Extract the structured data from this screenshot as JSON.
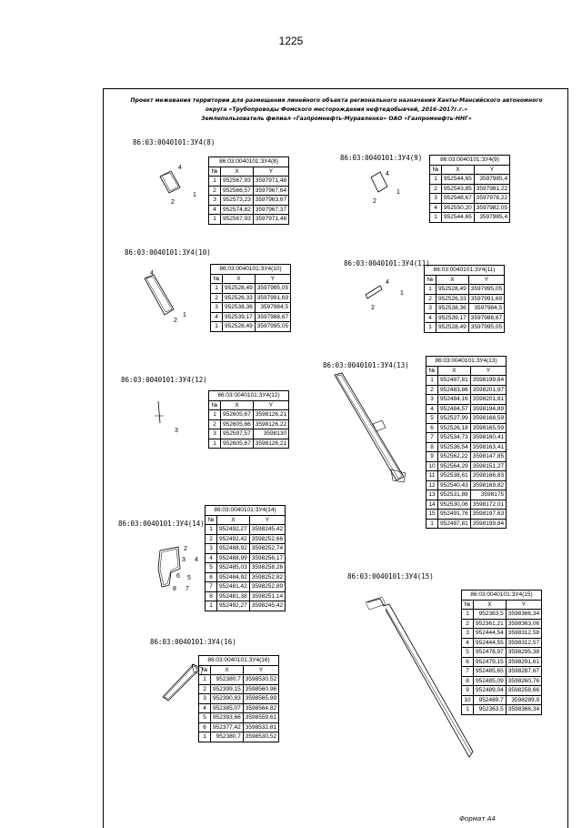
{
  "page_number": "1225",
  "header": {
    "line1": "Проект межевания территории для размещения линейного объекта регионального назначения Ханты-Мансийского автономного",
    "line2": "округа «Трубопроводы Фомского месторождения нефтедобывчей, 2016-2017г.г.»",
    "line3": "Землепользователь филиал «Газпромнефть-Муравленко» ОАО «Газпромнефть-ННГ»"
  },
  "plots": [
    {
      "label": "86:03:0040101:ЗУ4(8)",
      "table_title": "86:03:0040101:ЗУ4(8)",
      "col_n": "№",
      "col_x": "X",
      "col_y": "Y",
      "rows": [
        [
          "1",
          "952567,93",
          "3597971,48"
        ],
        [
          "2",
          "952566,57",
          "3597967,64"
        ],
        [
          "3",
          "952573,23",
          "3597963,67"
        ],
        [
          "4",
          "952574,82",
          "3597967,37"
        ],
        [
          "1",
          "952567,93",
          "3597971,48"
        ]
      ],
      "points": [
        "4",
        "1",
        "2"
      ]
    },
    {
      "label": "86:03:0040101:ЗУ4(9)",
      "table_title": "86:03:0040101:ЗУ4(9)",
      "col_n": "№",
      "col_x": "X",
      "col_y": "Y",
      "rows": [
        [
          "1",
          "952544,65",
          "3597985,4"
        ],
        [
          "2",
          "952543,85",
          "3597981,22"
        ],
        [
          "3",
          "952548,67",
          "3597978,22"
        ],
        [
          "4",
          "952550,20",
          "3597982,05"
        ],
        [
          "1",
          "952544,65",
          "3597985,4"
        ]
      ],
      "points": [
        "4",
        "1",
        "2"
      ]
    },
    {
      "label": "86:03:0040101:ЗУ4(10)",
      "table_title": "86:03:0040101:ЗУ4(10)",
      "col_n": "№",
      "col_x": "X",
      "col_y": "Y",
      "rows": [
        [
          "1",
          "952528,49",
          "3597995,05"
        ],
        [
          "2",
          "952526,33",
          "3597991,69"
        ],
        [
          "3",
          "952538,36",
          "3597984,5"
        ],
        [
          "4",
          "952539,17",
          "3597988,67"
        ],
        [
          "1",
          "952528,49",
          "3597995,05"
        ]
      ],
      "points": [
        "4",
        "2",
        "1"
      ]
    },
    {
      "label": "86:03:0040101:ЗУ4(11)",
      "table_title": "86:03:0040101:ЗУ4(11)",
      "col_n": "№",
      "col_x": "X",
      "col_y": "Y",
      "rows": [
        [
          "1",
          "952528,49",
          "3597995,05"
        ],
        [
          "2",
          "952526,33",
          "3597991,69"
        ],
        [
          "3",
          "952538,36",
          "3597984,5"
        ],
        [
          "4",
          "952539,17",
          "3597988,67"
        ],
        [
          "1",
          "952528,49",
          "3597995,05"
        ]
      ],
      "points": [
        "4",
        "1",
        "2"
      ]
    },
    {
      "label": "86:03:0040101:ЗУ4(12)",
      "table_title": "86:03:0040101:ЗУ4(12)",
      "col_n": "№",
      "col_x": "X",
      "col_y": "Y",
      "rows": [
        [
          "1",
          "952605,67",
          "3598126,21"
        ],
        [
          "2",
          "952605,66",
          "3598126,22"
        ],
        [
          "3",
          "952597,57",
          "3598130"
        ],
        [
          "1",
          "952605,67",
          "3598126,21"
        ]
      ],
      "points": [
        "3"
      ]
    },
    {
      "label": "86:03:0040101:ЗУ4(13)",
      "table_title": "86:03:0040101:ЗУ4(13)",
      "col_n": "№",
      "col_x": "X",
      "col_y": "Y",
      "rows": [
        [
          "1",
          "952487,81",
          "3598199,84"
        ],
        [
          "2",
          "952483,86",
          "3598201,97"
        ],
        [
          "3",
          "952484,16",
          "3598201,81"
        ],
        [
          "4",
          "952484,57",
          "3598194,89"
        ],
        [
          "5",
          "952527,99",
          "3598168,59"
        ],
        [
          "6",
          "952526,18",
          "3598165,59"
        ],
        [
          "7",
          "952534,73",
          "3598160,41"
        ],
        [
          "8",
          "952536,54",
          "3598163,41"
        ],
        [
          "9",
          "952562,22",
          "3598147,85"
        ],
        [
          "10",
          "952564,29",
          "3598151,27"
        ],
        [
          "11",
          "952538,61",
          "3598166,83"
        ],
        [
          "12",
          "952540,43",
          "3598169,82"
        ],
        [
          "13",
          "952531,88",
          "3598175"
        ],
        [
          "14",
          "952530,06",
          "3598172,01"
        ],
        [
          "15",
          "952491,76",
          "3598197,63"
        ],
        [
          "1",
          "952487,81",
          "3598199,84"
        ]
      ],
      "points": []
    },
    {
      "label": "86:03:0040101:ЗУ4(14)",
      "table_title": "86:03:0040101:ЗУ4(14)",
      "col_n": "№",
      "col_x": "X",
      "col_y": "Y",
      "rows": [
        [
          "1",
          "952492,27",
          "3598245,42"
        ],
        [
          "2",
          "952492,42",
          "3598252,66"
        ],
        [
          "3",
          "952488,92",
          "3598252,74"
        ],
        [
          "4",
          "952488,99",
          "3598256,17"
        ],
        [
          "5",
          "952485,03",
          "3598258,26"
        ],
        [
          "6",
          "952484,92",
          "3598252,82"
        ],
        [
          "7",
          "952481,42",
          "3598252,89"
        ],
        [
          "8",
          "952481,38",
          "3598251,14"
        ],
        [
          "1",
          "952492,27",
          "3598245,42"
        ]
      ],
      "points": [
        "2",
        "3",
        "4",
        "6",
        "5",
        "8",
        "7"
      ]
    },
    {
      "label": "86:03:0040101:ЗУ4(15)",
      "table_title": "86:03:0040101:ЗУ4(15)",
      "col_n": "№",
      "col_x": "X",
      "col_y": "Y",
      "rows": [
        [
          "1",
          "952363,5",
          "3598366,34"
        ],
        [
          "2",
          "952361,21",
          "3598363,06"
        ],
        [
          "3",
          "952444,54",
          "3598312,58"
        ],
        [
          "4",
          "952444,55",
          "3598312,57"
        ],
        [
          "5",
          "952478,97",
          "3598295,38"
        ],
        [
          "6",
          "952479,15",
          "3598291,61"
        ],
        [
          "7",
          "952485,65",
          "3598287,67"
        ],
        [
          "8",
          "952485,09",
          "3598260,76"
        ],
        [
          "9",
          "952489,04",
          "3598258,66"
        ],
        [
          "10",
          "952489,7",
          "3598289,9"
        ],
        [
          "1",
          "952363,5",
          "3598366,34"
        ]
      ],
      "points": []
    },
    {
      "label": "86:03:0040101:ЗУ4(16)",
      "table_title": "86:03:0040101:ЗУ4(16)",
      "col_n": "№",
      "col_x": "X",
      "col_y": "Y",
      "rows": [
        [
          "1",
          "952380,7",
          "3598530,52"
        ],
        [
          "2",
          "952399,15",
          "3598560,96"
        ],
        [
          "3",
          "952390,83",
          "3598565,99"
        ],
        [
          "4",
          "952385,07",
          "3598564,82"
        ],
        [
          "5",
          "952393,66",
          "3598559,61"
        ],
        [
          "6",
          "952377,42",
          "3598532,81"
        ],
        [
          "1",
          "952380,7",
          "3598530,52"
        ]
      ],
      "points": []
    }
  ],
  "footer": "Формат А4"
}
